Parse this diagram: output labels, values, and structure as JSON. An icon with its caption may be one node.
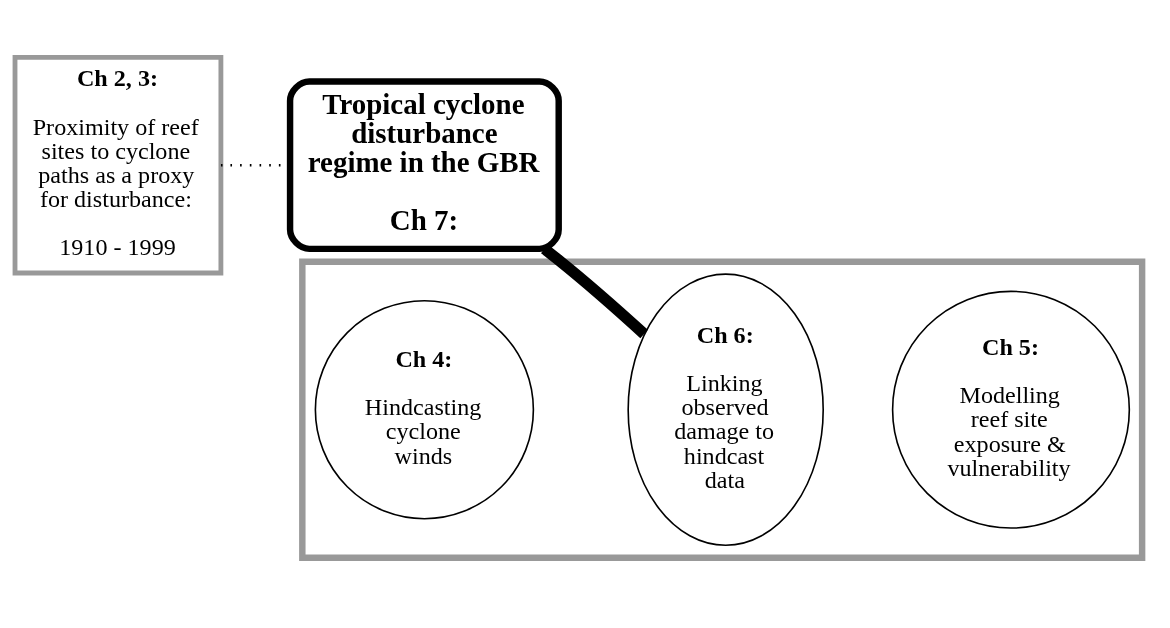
{
  "diagram": {
    "nodes": [
      {
        "text": [
          "Ch 2, 3:",
          "Proximity of reef sites to cyclone paths as a proxy for disturbance:",
          "1910 - 1999"
        ]
      },
      {
        "text": [
          "Tropical cyclone disturbance regime in the GBR",
          "Ch 7:"
        ]
      },
      {
        "text": [],
        "shape": "box"
      },
      {
        "text": [
          "Ch 4:",
          "Hindcasting cyclone winds"
        ],
        "in": 2
      },
      {
        "text": [
          "Ch 6:",
          "Linking observed damage to hindcast data"
        ],
        "in": 2
      },
      {
        "text": [
          "Ch 5:",
          "Modelling reef site exposure & vulnerability"
        ],
        "in": 2
      }
    ],
    "edges": [
      {
        "from": 0,
        "to": 1,
        "arrow": "none",
        "style": "dashed"
      },
      {
        "from": 1,
        "to": 4,
        "arrow": "none",
        "style": "thick"
      }
    ]
  }
}
